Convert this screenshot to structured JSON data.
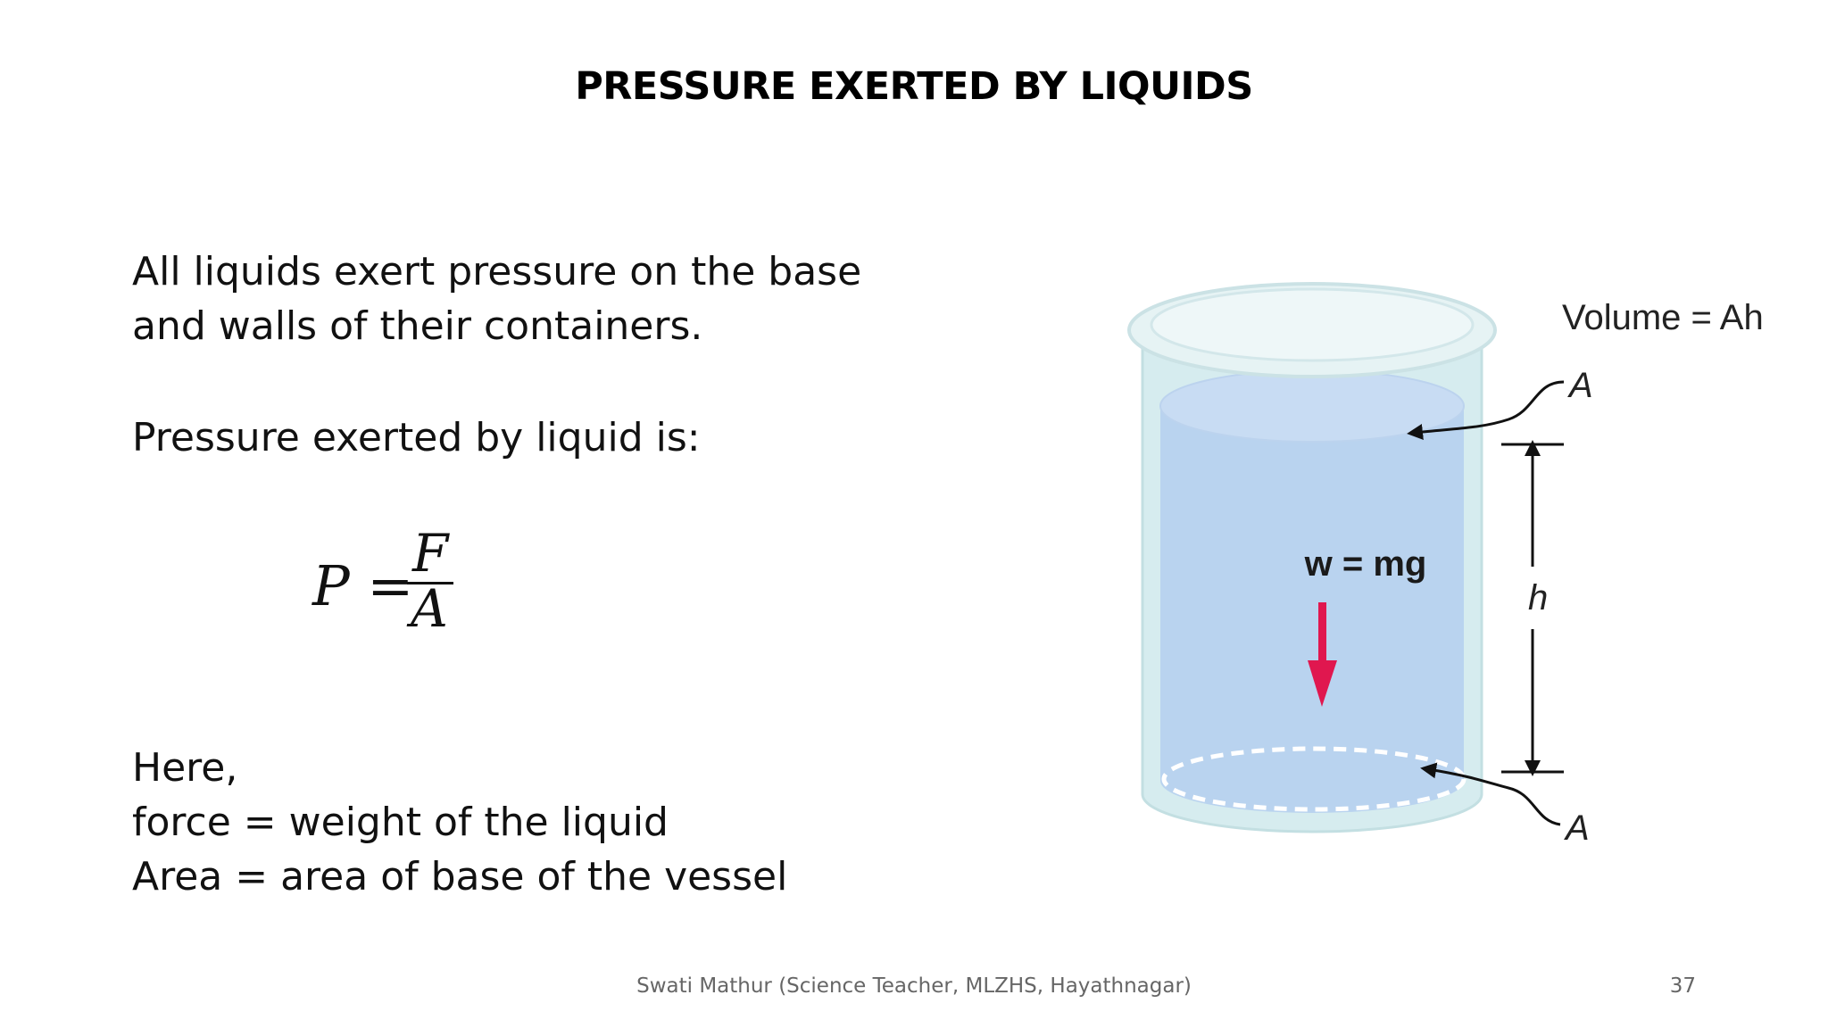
{
  "slide": {
    "title": "PRESSURE EXERTED BY LIQUIDS",
    "intro_lines": [
      "All liquids exert pressure on the base",
      "and walls of their containers."
    ],
    "pressure_line": "Pressure exerted by liquid is:",
    "formula": {
      "lhs": "P =",
      "numerator": "F",
      "denominator": "A"
    },
    "here_lines": [
      "Here,",
      "force = weight of the liquid",
      "Area = area of base of the vessel"
    ]
  },
  "diagram": {
    "volume_label": "Volume = Ah",
    "top_area_label": "A",
    "bottom_area_label": "A",
    "height_label": "h",
    "weight_label": "w = mg",
    "colors": {
      "liquid": "#b9d3ef",
      "container": "#d6ecef",
      "arrow": "#e0174f"
    }
  },
  "footer": {
    "credit": "Swati Mathur (Science Teacher, MLZHS, Hayathnagar)",
    "page_number": "37"
  }
}
